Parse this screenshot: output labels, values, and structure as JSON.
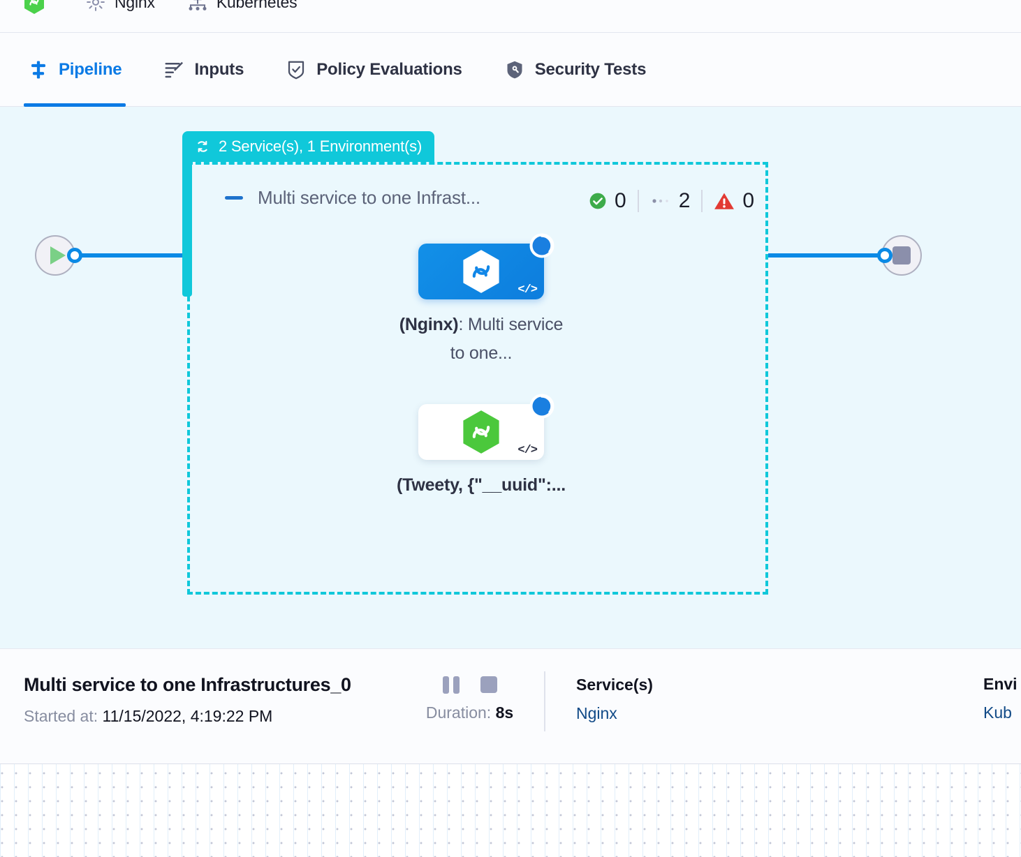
{
  "breadcrumb": {
    "items": [
      {
        "icon": "harness-hexagon-logo",
        "label": ""
      },
      {
        "icon": "gear-icon",
        "label": "Nginx"
      },
      {
        "icon": "kubernetes-nodes-icon",
        "label": "Kubernetes"
      }
    ]
  },
  "tabs": [
    {
      "id": "pipeline",
      "label": "Pipeline",
      "icon": "pipeline-icon",
      "active": true
    },
    {
      "id": "inputs",
      "label": "Inputs",
      "icon": "inputs-icon",
      "active": false
    },
    {
      "id": "policy",
      "label": "Policy Evaluations",
      "icon": "policy-shield-icon",
      "active": false
    },
    {
      "id": "security",
      "label": "Security Tests",
      "icon": "security-shield-icon",
      "active": false
    }
  ],
  "canvas": {
    "group": {
      "badge_label": "2 Service(s), 1 Environment(s)",
      "badge_icon": "loop-strategy-icon",
      "badge_color": "#10c8da",
      "title": "Multi service to one Infrast...",
      "collapse_icon": "collapse-dash-icon",
      "status": {
        "success_count": "0",
        "running_count": "2",
        "failed_count": "0",
        "success_color": "#3dab4a",
        "failed_color": "#e23a33"
      }
    },
    "start_node": {
      "name": "start-node",
      "icon": "play-icon"
    },
    "end_node": {
      "name": "end-node",
      "icon": "stop-icon"
    },
    "nodes": [
      {
        "id": "nginx-node",
        "selected": true,
        "logo": "harness-hexagon-logo-white",
        "badge": "running-spinner-icon",
        "code_icon": "code-brackets-icon",
        "label_bold": "(Nginx)",
        "label_rest": ": Multi service to one..."
      },
      {
        "id": "tweety-node",
        "selected": false,
        "logo": "harness-hexagon-logo-green",
        "badge": "running-spinner-icon",
        "code_icon": "code-brackets-icon",
        "label_bold": "(Tweety, {\"__uuid\":...",
        "label_rest": ""
      }
    ]
  },
  "info": {
    "title": "Multi service to one Infrastructures_0",
    "started_label": "Started at:",
    "started_value": "11/15/2022, 4:19:22 PM",
    "pause_button": "pause-button",
    "stop_button": "stop-button",
    "duration_label": "Duration:",
    "duration_value": "8s",
    "services_header": "Service(s)",
    "services_value": "Nginx",
    "environments_header": "Envi",
    "environments_value": "Kub"
  }
}
